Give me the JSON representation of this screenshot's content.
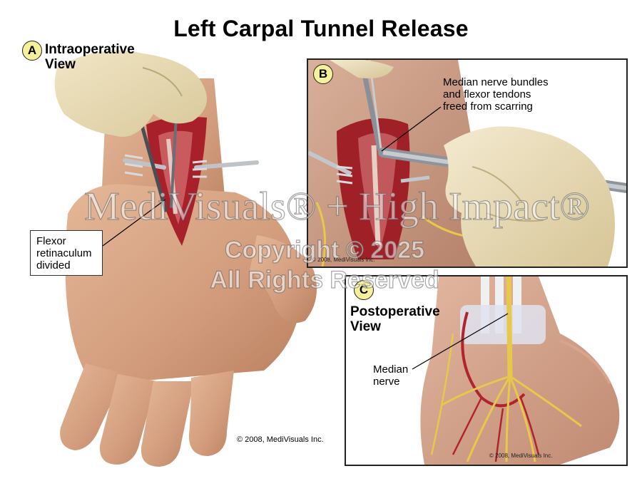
{
  "title": "Left Carpal Tunnel Release",
  "panel_a": {
    "badge": "A",
    "title_line1": "Intraoperative",
    "title_line2": "View",
    "callout_line1": "Flexor",
    "callout_line2": "retinaculum",
    "callout_line3": "divided",
    "copyright": "© 2008, MediVisuals Inc."
  },
  "panel_b": {
    "badge": "B",
    "annotation_line1": "Median nerve bundles",
    "annotation_line2": "and flexor tendons",
    "annotation_line3": "freed from scarring",
    "copyright": "© 2008, MediVisuals Inc."
  },
  "panel_c": {
    "badge": "C",
    "title_line1": "Postoperative",
    "title_line2": "View",
    "annotation_line1": "Median",
    "annotation_line2": "nerve",
    "copyright": "© 2008, MediVisuals Inc."
  },
  "watermark": {
    "brand": "MediVisuals® + High Impact®",
    "line1": "Copyright © 2025",
    "line2": "All Rights Reserved"
  },
  "colors": {
    "badge_fill": "#f5f09a",
    "skin": "#d9a98a",
    "tissue": "#a8202a",
    "nerve": "#e8c84a",
    "glove": "#ecdfb8"
  }
}
